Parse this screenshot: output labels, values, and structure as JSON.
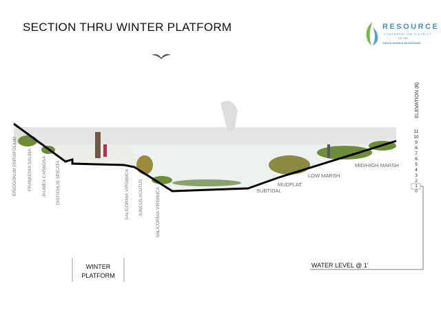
{
  "title": "SECTION THRU WINTER PLATFORM",
  "logo": {
    "name": "RESOURCE",
    "line1": "CONSERVATION DISTRICT",
    "line2": "OF THE",
    "line3": "SANTA MONICA MOUNTAINS"
  },
  "plants": [
    "ERIOGONUM PARVIFOLIUM",
    "FRANKENIA SALINA",
    "JAUMEA CARNOSA",
    "DISTICHLIS SPICATA",
    "SALICORNIA VIRGINICA",
    "JUNCUS ACUTUS",
    "SALICORNIA VIRGINICA"
  ],
  "zones": [
    "SUBTIDAL",
    "MUDFLAT",
    "LOW MARSH",
    "MID/HIGH MARSH"
  ],
  "elevation": {
    "label": "ELEVATION (ft)",
    "ticks": [
      "11",
      "10",
      "9",
      "8",
      "7",
      "6",
      "5",
      "4",
      "3",
      "2",
      "1",
      "0"
    ]
  },
  "platform": {
    "line1": "WINTER",
    "line2": "PLATFORM"
  },
  "water_level": "WATER LEVEL @ 1'"
}
